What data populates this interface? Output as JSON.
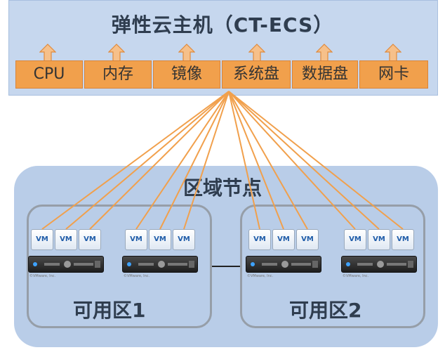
{
  "title": "弹性云主机（CT-ECS）",
  "components": [
    "CPU",
    "内存",
    "镜像",
    "系统盘",
    "数据盘",
    "网卡"
  ],
  "region": {
    "title": "区域节点"
  },
  "zones": [
    {
      "label": "可用区1",
      "hosts": [
        {
          "vms": [
            "VM",
            "VM",
            "VM"
          ],
          "caption": "©VMware, Inc."
        },
        {
          "vms": [
            "VM",
            "VM",
            "VM"
          ],
          "caption": "©VMware, Inc."
        }
      ]
    },
    {
      "label": "可用区2",
      "hosts": [
        {
          "vms": [
            "VM",
            "VM",
            "VM"
          ],
          "caption": "©VMware, Inc."
        },
        {
          "vms": [
            "VM",
            "VM",
            "VM"
          ],
          "caption": "©VMware, Inc."
        }
      ]
    }
  ],
  "colors": {
    "top_panel": "#c6d7ee",
    "component": "#f1a04c",
    "fan_line": "#f1a04c",
    "region_bg": "#b9cde8",
    "zone_border": "#969ea8"
  }
}
